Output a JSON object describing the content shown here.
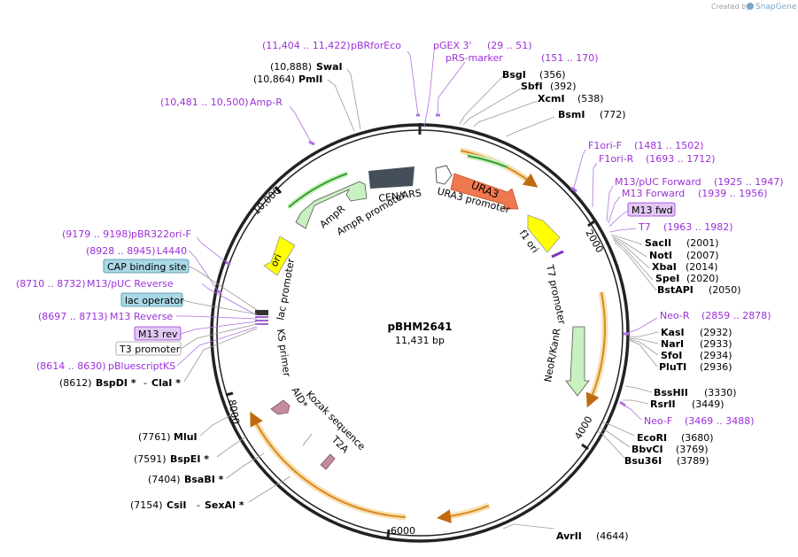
{
  "brand": {
    "created_by": "Created by",
    "name": "SnapGene"
  },
  "plasmid": {
    "name": "pBHM2641",
    "size": "11,431 bp"
  },
  "ticks": [
    "2000",
    "4000",
    "6000",
    "8000",
    "10,000"
  ],
  "features": {
    "cen_ars": "CEN/ARS",
    "ampr": "AmpR",
    "ampr_promoter": "AmpR promoter",
    "ura3": "URA3",
    "ura3_promoter": "URA3 promoter",
    "f1_ori": "f1 ori",
    "ori": "ori",
    "lac_promoter": "lac promoter",
    "t7_promoter": "T7 promoter",
    "neor": "NeoR/KanR",
    "ks_primer": "KS primer",
    "kozak": "Kozak sequence",
    "aid": "AID*",
    "t2a": "T2A"
  },
  "labels": {
    "pbrforeco": {
      "range": "(11,404 .. 11,422)",
      "name": "pBRforEco"
    },
    "pgex3": {
      "name": "pGEX 3'",
      "range": "(29 .. 51)"
    },
    "prs_marker": {
      "name": "pRS-marker",
      "range": "(151 .. 170)"
    },
    "bsgi": {
      "name": "BsgI",
      "pos": "(356)"
    },
    "sbfi": {
      "name": "SbfI",
      "pos": "(392)"
    },
    "xcmi": {
      "name": "XcmI",
      "pos": "(538)"
    },
    "bsmi": {
      "name": "BsmI",
      "pos": "(772)"
    },
    "swai": {
      "pos": "(10,888)",
      "name": "SwaI"
    },
    "pmli": {
      "pos": "(10,864)",
      "name": "PmlI"
    },
    "amp_r": {
      "range": "(10,481 .. 10,500)",
      "name": "Amp-R"
    },
    "f1ori_f": {
      "name": "F1ori-F",
      "range": "(1481 .. 1502)"
    },
    "f1ori_r": {
      "name": "F1ori-R",
      "range": "(1693 .. 1712)"
    },
    "m13_puc_fwd": {
      "name": "M13/pUC Forward",
      "range": "(1925 .. 1947)"
    },
    "m13_fwd_primer": {
      "name": "M13 Forward",
      "range": "(1939 .. 1956)"
    },
    "m13_fwd": {
      "name": "M13 fwd"
    },
    "t7": {
      "name": "T7",
      "range": "(1963 .. 1982)"
    },
    "sacii": {
      "name": "SacII",
      "pos": "(2001)"
    },
    "noti": {
      "name": "NotI",
      "pos": "(2007)"
    },
    "xbai": {
      "name": "XbaI",
      "pos": "(2014)"
    },
    "spei": {
      "name": "SpeI",
      "pos": "(2020)"
    },
    "bstapi": {
      "name": "BstAPI",
      "pos": "(2050)"
    },
    "pbr322ori_f": {
      "range": "(9179 .. 9198)",
      "name": "pBR322ori-F"
    },
    "l4440": {
      "range": "(8928 .. 8945)",
      "name": "L4440"
    },
    "cap_site": {
      "name": "CAP binding site"
    },
    "m13_puc_rev": {
      "range": "(8710 .. 8732)",
      "name": "M13/pUC Reverse"
    },
    "lac_operator": {
      "name": "lac operator"
    },
    "m13_reverse": {
      "range": "(8697 .. 8713)",
      "name": "M13 Reverse"
    },
    "m13_rev": {
      "name": "M13 rev"
    },
    "t3_promoter": {
      "name": "T3 promoter"
    },
    "pbluescriptks": {
      "range": "(8614 .. 8630)",
      "name": "pBluescriptKS"
    },
    "bspdi_clai": {
      "pos": "(8612)",
      "name1": "BspDI *",
      "sep": "-",
      "name2": "ClaI *"
    },
    "neo_r": {
      "name": "Neo-R",
      "range": "(2859 .. 2878)"
    },
    "kasi": {
      "name": "KasI",
      "pos": "(2932)"
    },
    "nari": {
      "name": "NarI",
      "pos": "(2933)"
    },
    "sfoi": {
      "name": "SfoI",
      "pos": "(2934)"
    },
    "pluti": {
      "name": "PluTI",
      "pos": "(2936)"
    },
    "bsshii": {
      "name": "BssHII",
      "pos": "(3330)"
    },
    "rsrii": {
      "name": "RsrII",
      "pos": "(3449)"
    },
    "neo_f": {
      "name": "Neo-F",
      "range": "(3469 .. 3488)"
    },
    "ecori": {
      "name": "EcoRI",
      "pos": "(3680)"
    },
    "bbvci": {
      "name": "BbvCI",
      "pos": "(3769)"
    },
    "bsu36i": {
      "name": "Bsu36I",
      "pos": "(3789)"
    },
    "mlui": {
      "pos": "(7761)",
      "name": "MluI"
    },
    "bspei": {
      "pos": "(7591)",
      "name": "BspEI *"
    },
    "bsabi": {
      "pos": "(7404)",
      "name": "BsaBI *"
    },
    "csii_sexai": {
      "pos": "(7154)",
      "name1": "CsiI",
      "sep": "-",
      "name2": "SexAI *"
    },
    "avrii": {
      "name": "AvrII",
      "pos": "(4644)"
    }
  },
  "colors": {
    "backbone": "#222222",
    "ampr_fill": "#c8f0c0",
    "ori_fill": "#ffff00",
    "ura3_fill": "#f07850",
    "cen_fill": "#454f5a",
    "orf_arc": "#d88a20",
    "orf_glow": "#f8dfb0",
    "primer_text": "#9b30d8",
    "m13_box": "#e2c9f4",
    "cap_box": "#a9d8e6"
  }
}
